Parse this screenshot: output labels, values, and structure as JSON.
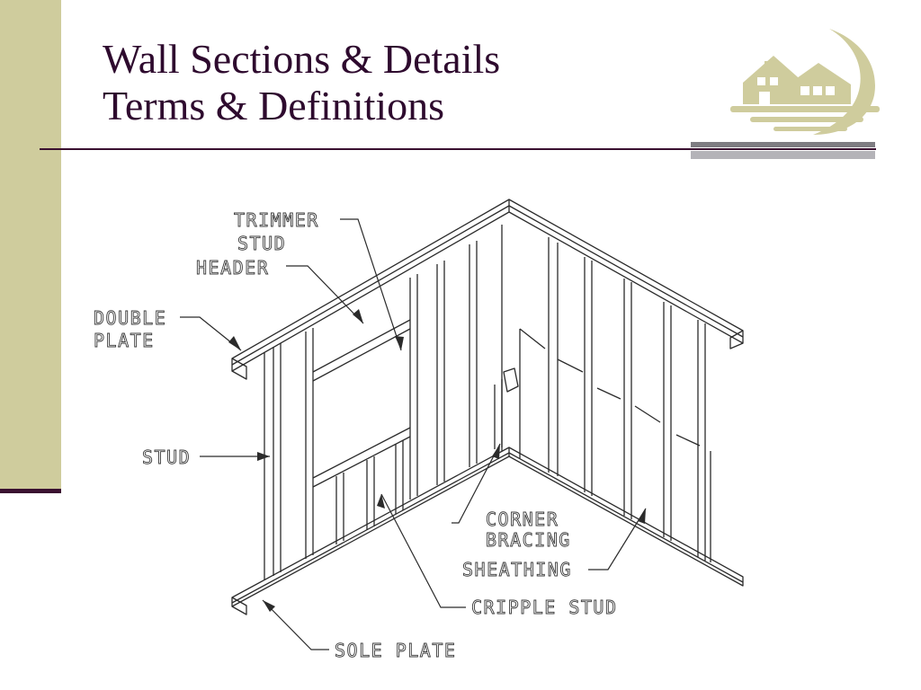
{
  "slide": {
    "title_line1": "Wall Sections & Details",
    "title_line2": "Terms & Definitions"
  },
  "colors": {
    "band": "#cfcc9d",
    "title_text": "#2e0a2e",
    "rule": "#3a1030",
    "gray_dark": "#7e7d82",
    "gray_light": "#b4b3b8"
  },
  "logo": {
    "icon": "house-logo-icon"
  },
  "diagram": {
    "labels": {
      "trimmer_line1": "TRIMMER",
      "trimmer_line2": "STUD",
      "header": "HEADER",
      "double_line1": "DOUBLE",
      "double_line2": "PLATE",
      "stud": "STUD",
      "corner_line1": "CORNER",
      "corner_line2": "BRACING",
      "sheathing": "SHEATHING",
      "cripple_stud": "CRIPPLE STUD",
      "sole_plate": "SOLE PLATE"
    }
  }
}
